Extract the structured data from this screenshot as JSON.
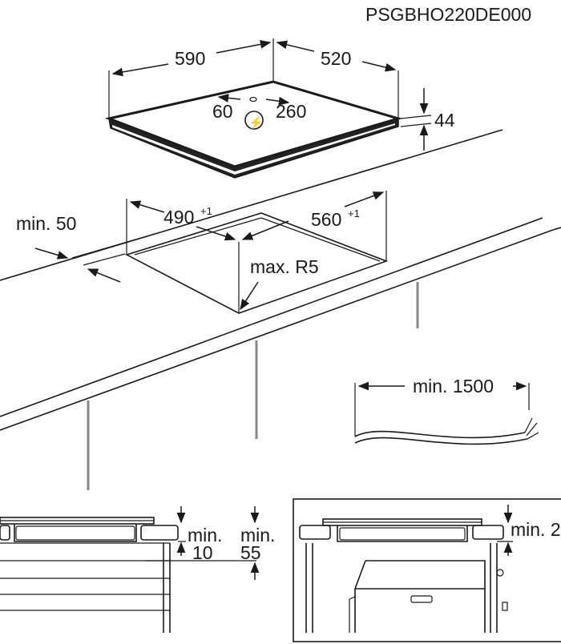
{
  "model_code": "PSGBHO220DE000",
  "hob": {
    "width": "590",
    "depth": "520",
    "thickness": "44",
    "cable_offset": "60",
    "cable_distance": "260",
    "power_symbol": "⚡"
  },
  "cutout": {
    "width": "490",
    "width_tolerance": "+1",
    "depth": "560",
    "depth_tolerance": "+1",
    "edge_distance": "min. 50",
    "radius": "max. R5"
  },
  "cable": {
    "length": "min. 1500"
  },
  "install_left": {
    "gap_top_min": "min.",
    "gap_top_value": "10",
    "gap_bottom_min": "min.",
    "gap_bottom_value": "55"
  },
  "install_right": {
    "gap_label": "min. 2"
  }
}
